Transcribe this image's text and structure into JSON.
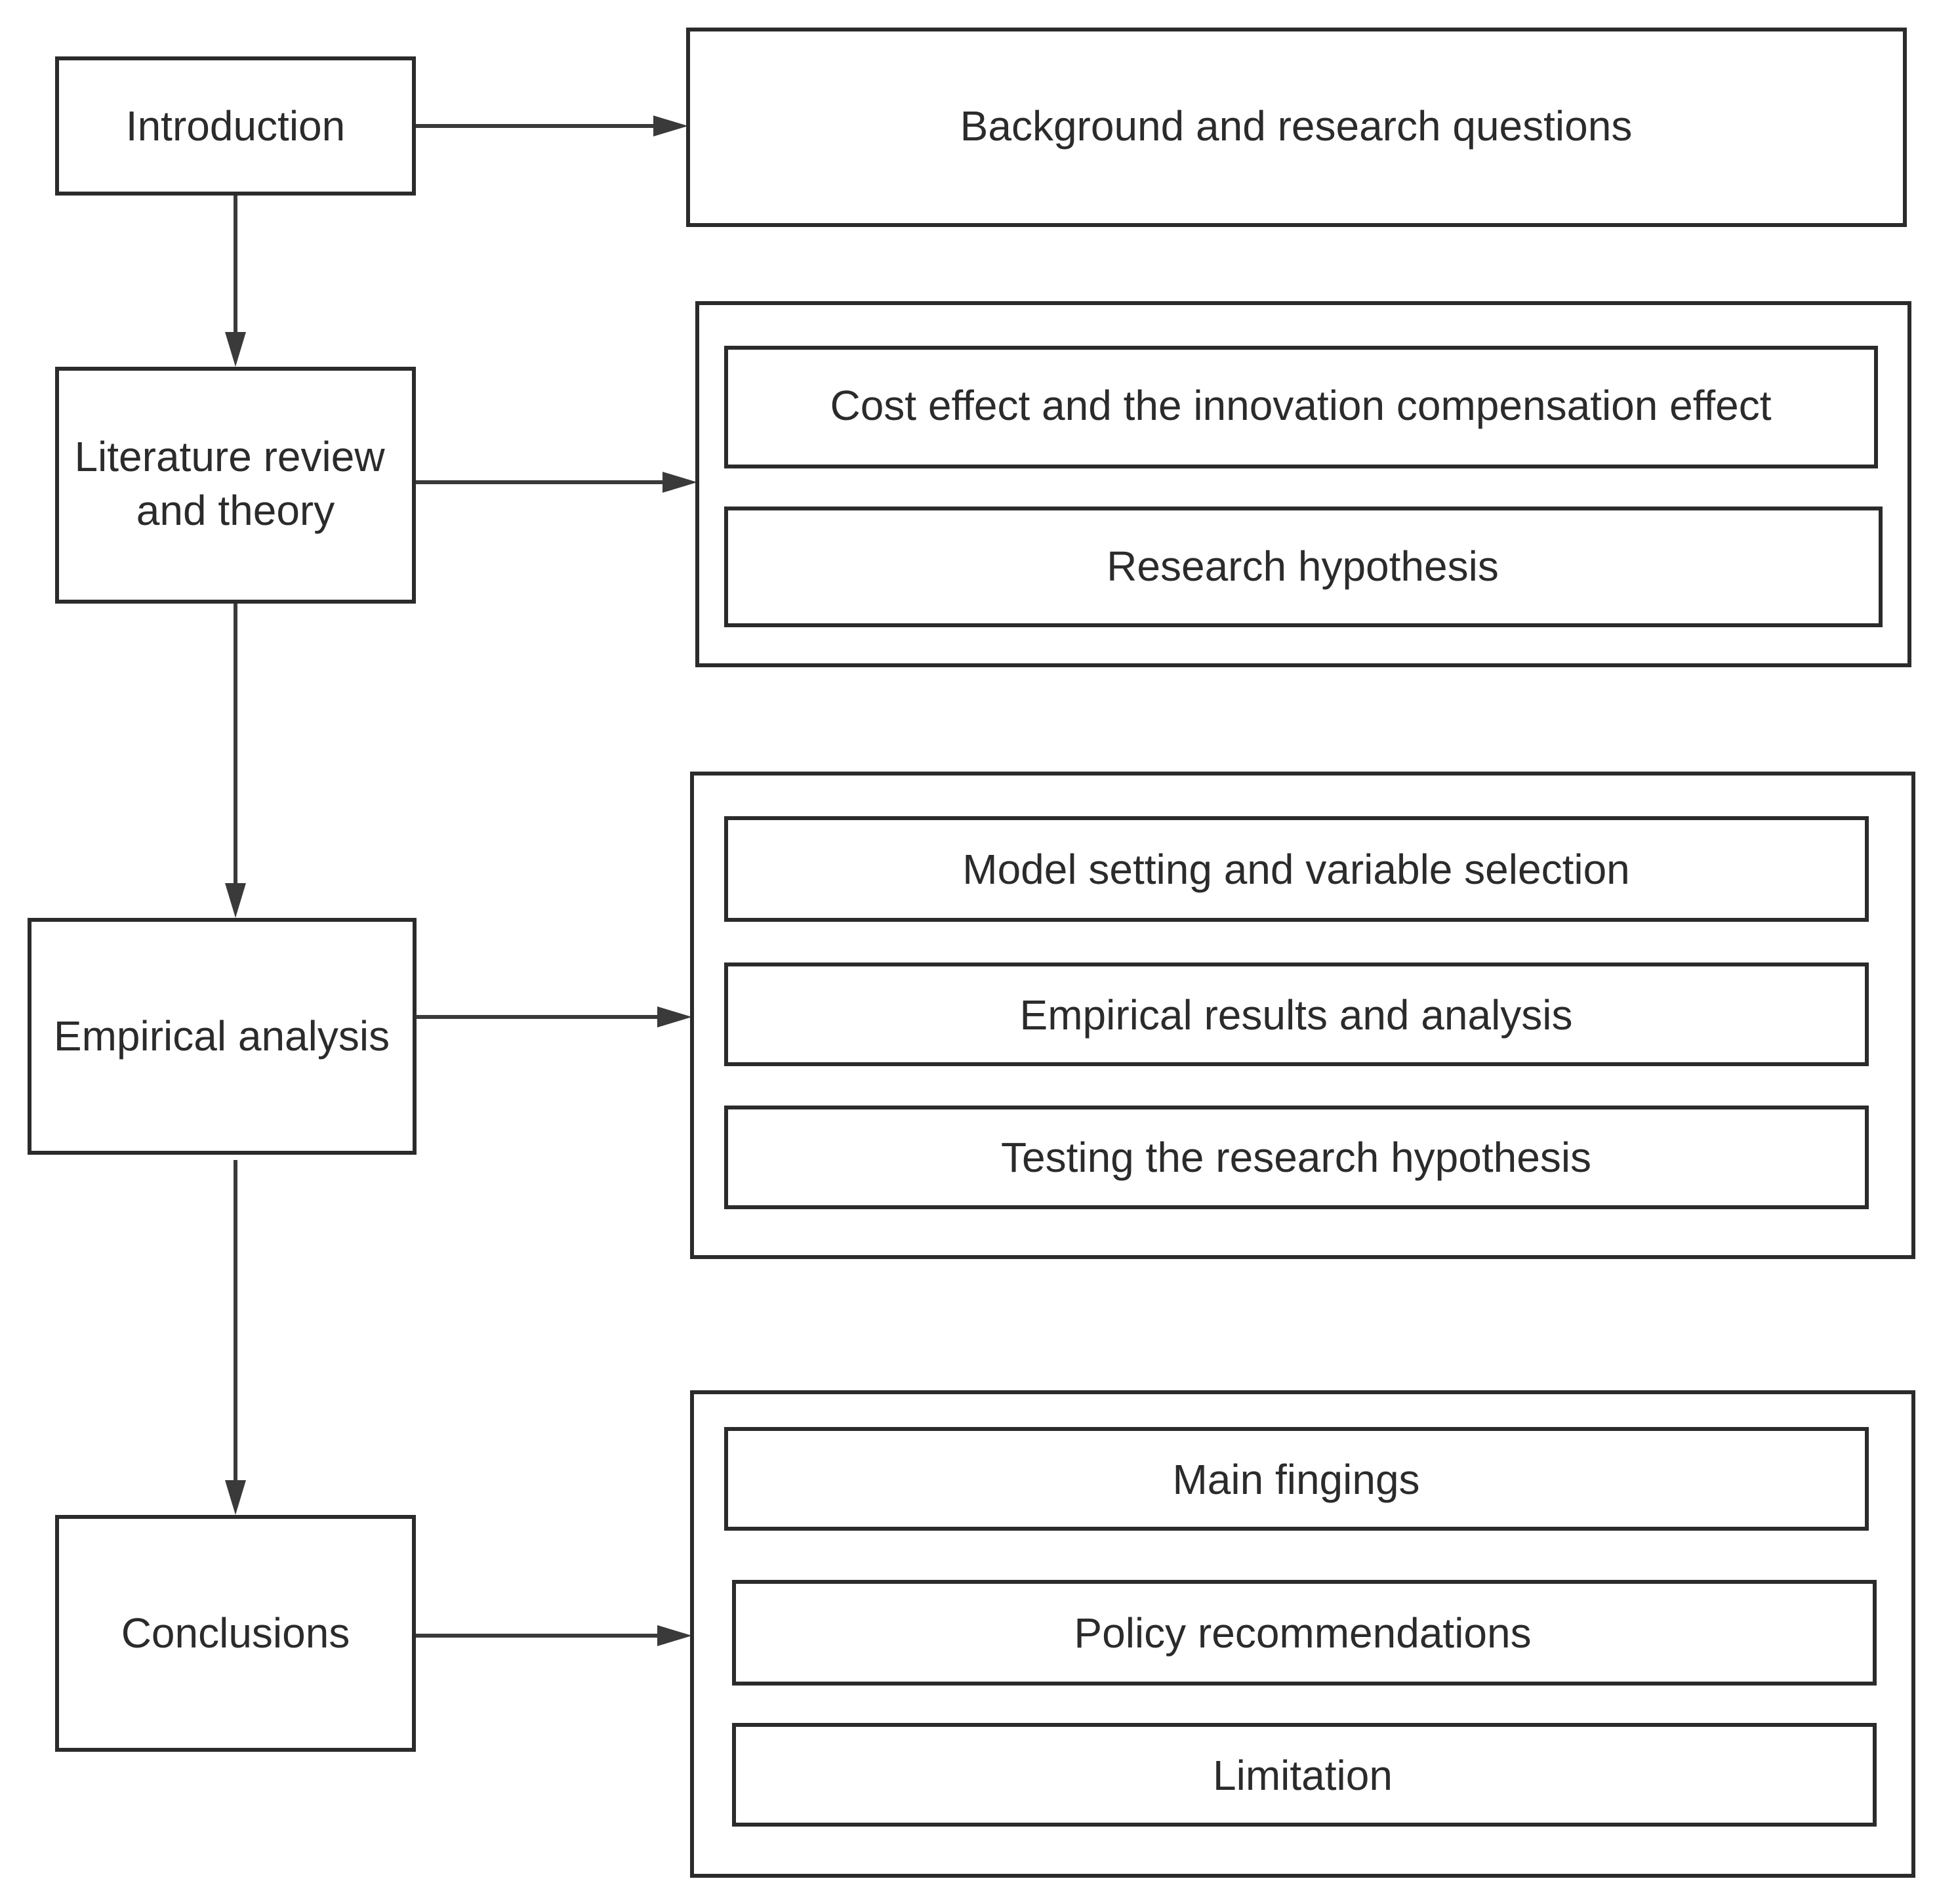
{
  "stages": [
    {
      "label_lines": [
        "Introduction"
      ]
    },
    {
      "label_lines": [
        "Literature review",
        "and theory"
      ]
    },
    {
      "label_lines": [
        "Empirical analysis"
      ]
    },
    {
      "label_lines": [
        "Conclusions"
      ]
    }
  ],
  "details": [
    {
      "items": [
        "Background and research questions"
      ]
    },
    {
      "items": [
        "Cost effect and the innovation compensation effect",
        "Research hypothesis"
      ]
    },
    {
      "items": [
        "Model setting and variable selection",
        "Empirical results and analysis",
        "Testing the research hypothesis"
      ]
    },
    {
      "items": [
        "Main fingings",
        "Policy recommendations",
        "Limitation"
      ]
    }
  ],
  "colors": {
    "stroke": "#2b2b2b",
    "connector": "#3a3a3a",
    "background": "#ffffff"
  }
}
